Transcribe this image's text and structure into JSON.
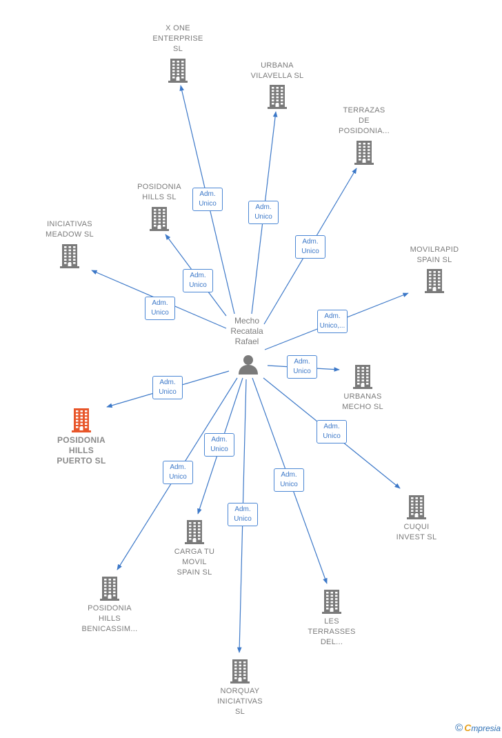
{
  "center": {
    "name": "Mecho\nRecatala\nRafael",
    "icon": "person-icon"
  },
  "companies": [
    {
      "id": "x-one-enterprise",
      "label": "X ONE\nENTERPRISE\nSL",
      "edge": "Adm.\nUnico",
      "highlight": false
    },
    {
      "id": "urbana-vilavella",
      "label": "URBANA\nVILAVELLA SL",
      "edge": "Adm.\nUnico",
      "highlight": false
    },
    {
      "id": "terrazas-de-posidonia",
      "label": "TERRAZAS\nDE\nPOSIDONIA...",
      "edge": "Adm.\nUnico",
      "highlight": false
    },
    {
      "id": "posidonia-hills",
      "label": "POSIDONIA\nHILLS  SL",
      "edge": "Adm.\nUnico",
      "highlight": false
    },
    {
      "id": "iniciativas-meadow",
      "label": "INICIATIVAS\nMEADOW  SL",
      "edge": "Adm.\nUnico",
      "highlight": false
    },
    {
      "id": "movilrapid-spain",
      "label": "MOVILRAPID\nSPAIN SL",
      "edge": "Adm.\nUnico,...",
      "highlight": false
    },
    {
      "id": "urbanas-mecho",
      "label": "URBANAS\nMECHO  SL",
      "edge": "Adm.\nUnico",
      "highlight": false
    },
    {
      "id": "posidonia-hills-puerto",
      "label": "POSIDONIA\nHILLS\nPUERTO  SL",
      "edge": "Adm.\nUnico",
      "highlight": true
    },
    {
      "id": "cuqui-invest",
      "label": "CUQUI\nINVEST  SL",
      "edge": "Adm.\nUnico",
      "highlight": false
    },
    {
      "id": "carga-tu-movil",
      "label": "CARGA TU\nMOVIL\nSPAIN SL",
      "edge": "Adm.\nUnico",
      "highlight": false
    },
    {
      "id": "posidonia-hills-benicassim",
      "label": "POSIDONIA\nHILLS\nBENICASSIM...",
      "edge": "Adm.\nUnico",
      "highlight": false
    },
    {
      "id": "les-terrasses",
      "label": "LES\nTERRASSES\nDEL...",
      "edge": "Adm.\nUnico",
      "highlight": false
    },
    {
      "id": "norquay-iniciativas",
      "label": "NORQUAY\nINICIATIVAS\nSL",
      "edge": "Adm.\nUnico",
      "highlight": false
    }
  ],
  "colors": {
    "edge": "#3c78c8",
    "building": "#7a7a7a",
    "highlight": "#e8562a"
  },
  "footer": {
    "copyright": "©",
    "brand_initial": "C",
    "brand_rest": "mpresia"
  }
}
